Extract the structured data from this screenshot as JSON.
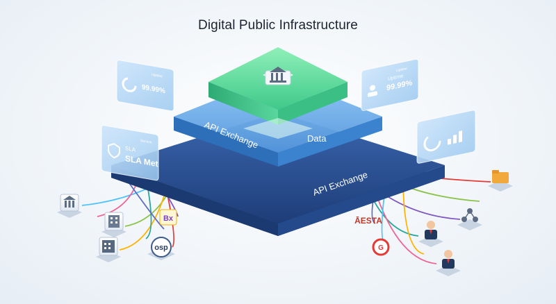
{
  "title": "Digital Public Infrastructure",
  "layers": {
    "top_icon": "bank-icon",
    "middle_label_left": "API Exchange",
    "middle_label_right": "Data",
    "bottom_label": "API Exchange"
  },
  "panels": {
    "top_left": {
      "value": "99.99%",
      "caption": "Uptime",
      "icon": "gauge-icon"
    },
    "mid_left": {
      "value_small": "SLA",
      "value": "SLA Met",
      "caption": "Service",
      "icon": "shield-icon"
    },
    "top_right": {
      "value_small": "Uptime",
      "value": "99.99%",
      "caption": "Uptime",
      "icon": "person-icon"
    },
    "mid_right": {
      "icon": "chart-icon"
    }
  },
  "nodes_left": [
    "bank-icon",
    "building-icon",
    "building-icon",
    "government-icon"
  ],
  "nodes_right": [
    "folder-icon",
    "network-icon",
    "citizen-icon",
    "citizen-icon"
  ],
  "badges": {
    "left_a": "Bx",
    "left_b": "osp",
    "right_a": "ĀESTA",
    "right_b": "G"
  },
  "colors": {
    "accent_green": "#4fd691",
    "accent_blue": "#3f8fe0",
    "dark_navy": "#22447e",
    "line_colors": [
      "#4fc3f7",
      "#8bc34a",
      "#ffb300",
      "#e53935",
      "#7e57c2",
      "#26a69a",
      "#f06292",
      "#5c6bc0"
    ]
  }
}
